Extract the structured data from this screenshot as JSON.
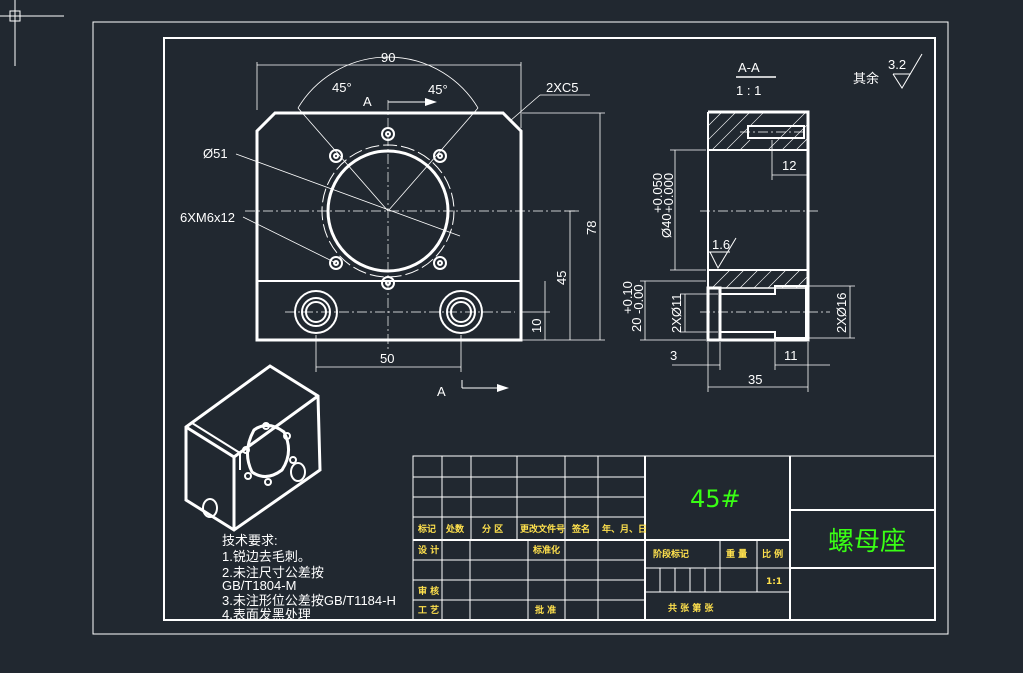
{
  "drawing": {
    "section_label": "A-A",
    "section_scale": "1 : 1",
    "roughness_prefix": "其余",
    "roughness_value": "3.2",
    "cut_label_top": "A",
    "cut_label_bottom": "A",
    "front_dims": {
      "width": "90",
      "angle_left": "45°",
      "angle_right": "45°",
      "chamfer": "2XC5",
      "bore": "Ø51",
      "threads": "6XM6x12",
      "height": "78",
      "center_height": "45",
      "base_height": "10",
      "hole_spacing": "50"
    },
    "section_dims": {
      "slot": "12",
      "bore_tol_main": "Ø40",
      "bore_tol_upper": "+0.050",
      "bore_tol_lower": "+0.000",
      "roughness": "1.6",
      "offset_main": "20",
      "offset_upper": "+0.10",
      "offset_lower": "-0.00",
      "small_hole": "2XØ11",
      "counterbore": "2XØ16",
      "step": "3",
      "cb_depth": "11",
      "depth": "35"
    }
  },
  "tech_requirements": {
    "title": "技术要求:",
    "line1": "1.锐边去毛刺。",
    "line2": "2.未注尺寸公差按",
    "line3": "GB/T1804-M",
    "line4": "3.未注形位公差按GB/T1184-H",
    "line5": "4.表面发黑处理"
  },
  "title_block": {
    "material": "45#",
    "part_name": "螺母座",
    "row_labels": [
      "标记",
      "处数",
      "分 区",
      "更改文件号",
      "签名",
      "年、月、日"
    ],
    "design": "设 计",
    "standardization": "标准化",
    "stage_mark": "阶段标记",
    "weight": "重 量",
    "scale_label": "比 例",
    "scale_value": "1:1",
    "review": "审 核",
    "process": "工 艺",
    "approve": "批 准",
    "sheets": "共   张   第   张"
  }
}
